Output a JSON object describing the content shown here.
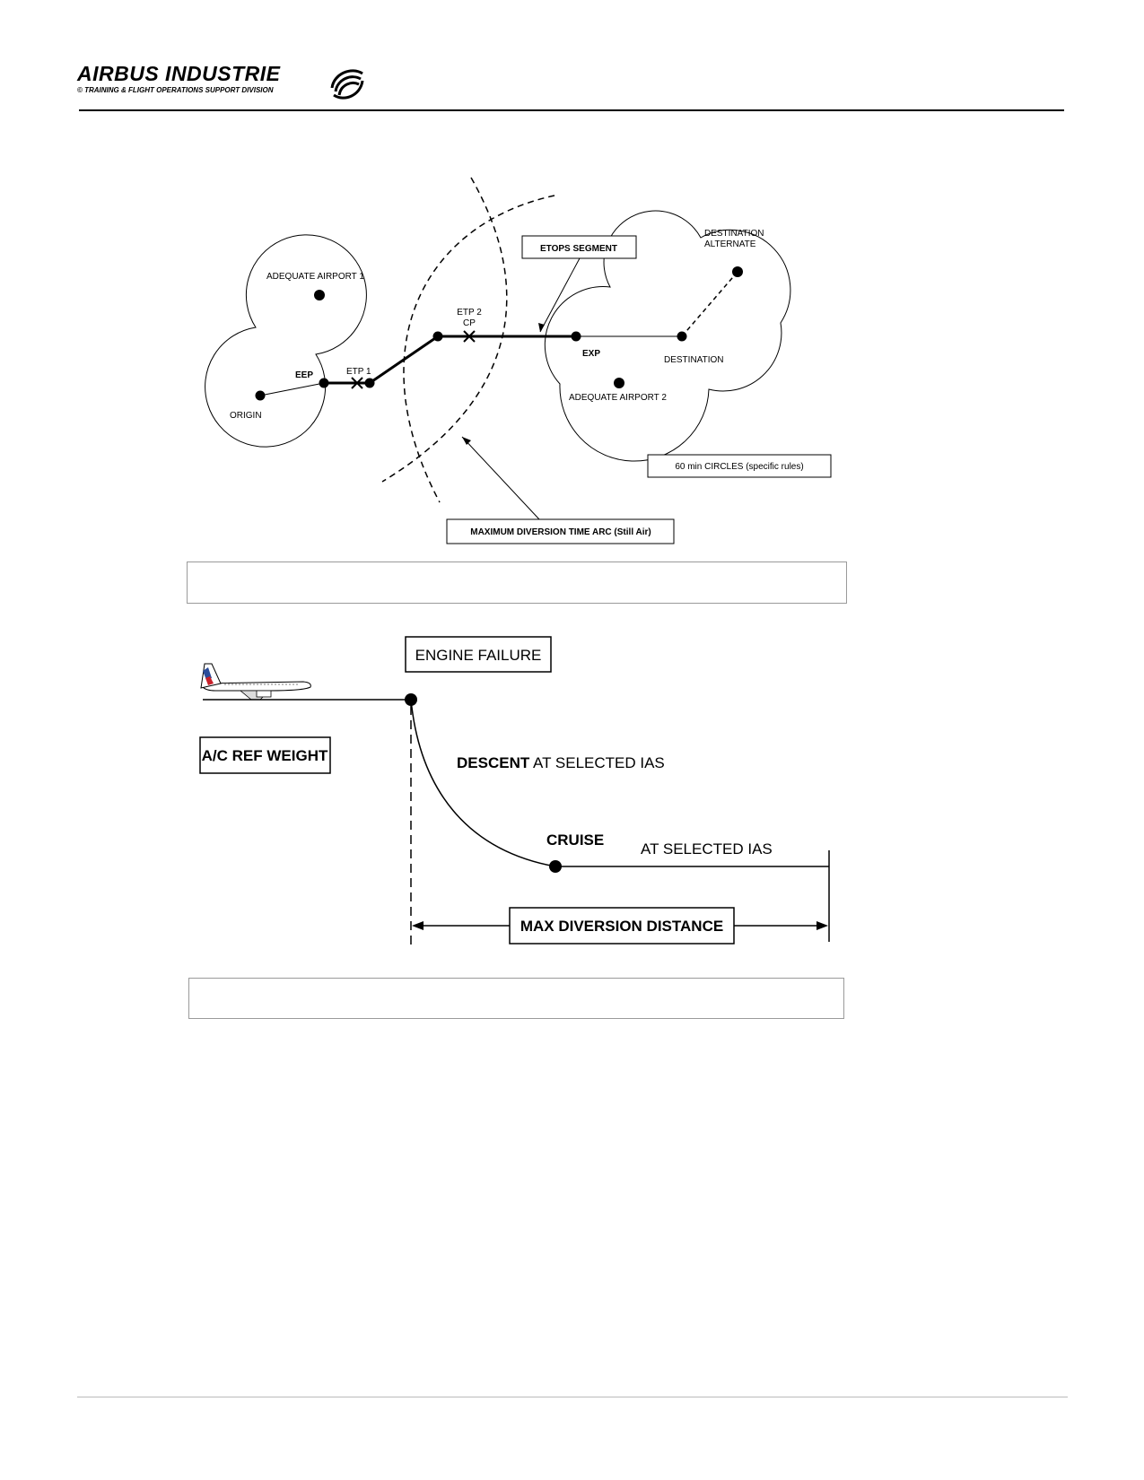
{
  "header": {
    "brand": "AIRBUS INDUSTRIE",
    "division": "© TRAINING & FLIGHT OPERATIONS SUPPORT DIVISION",
    "logo_icon": "airbus-logo-icon"
  },
  "etops_diagram": {
    "labels": {
      "etops_segment": "ETOPS SEGMENT",
      "destination_alternate_line1": "DESTINATION",
      "destination_alternate_line2": "ALTERNATE",
      "adequate_airport_1": "ADEQUATE AIRPORT 1",
      "etp2": "ETP 2",
      "cp": "CP",
      "eep": "EEP",
      "etp1": "ETP 1",
      "exp": "EXP",
      "destination": "DESTINATION",
      "origin": "ORIGIN",
      "adequate_airport_2": "ADEQUATE AIRPORT 2",
      "circles_note": "60 min CIRCLES (specific rules)",
      "max_diversion_arc": "MAXIMUM DIVERSION TIME ARC (Still Air)"
    }
  },
  "profile_diagram": {
    "labels": {
      "engine_failure": "ENGINE FAILURE",
      "ac_ref_weight": "A/C REF WEIGHT",
      "descent_bold": "DESCENT",
      "descent_rest": " AT SELECTED IAS",
      "cruise": "CRUISE",
      "cruise_ias": "AT SELECTED IAS",
      "max_diversion_distance": "MAX DIVERSION DISTANCE"
    },
    "aircraft_icon": "airplane-icon"
  },
  "colors": {
    "ink": "#000000",
    "frame": "#9a9a9a"
  }
}
